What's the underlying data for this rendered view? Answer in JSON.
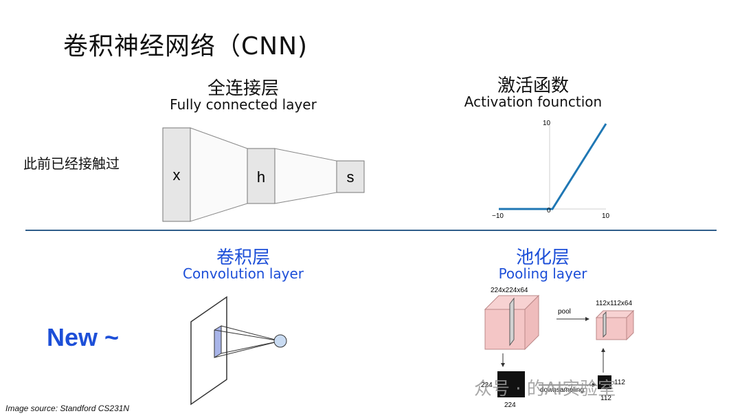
{
  "title": "卷积神经网络（CNN)",
  "fc": {
    "title_cn": "全连接层",
    "title_en": "Fully connected layer",
    "note": "此前已经接触过",
    "nodes": [
      "x",
      "h",
      "s"
    ]
  },
  "activation": {
    "title_cn": "激活函数",
    "title_en": "Activation founction",
    "ticks_y": [
      "10"
    ],
    "ticks_x": [
      "−10",
      "0",
      "10"
    ]
  },
  "conv": {
    "title_cn": "卷积层",
    "title_en": "Convolution layer"
  },
  "pool": {
    "title_cn": "池化层",
    "title_en": "Pooling layer",
    "label_in": "224x224x64",
    "label_out": "112x112x64",
    "label_pool": "pool",
    "label_down": "downsampling",
    "dim_224_left": "224",
    "dim_224_bottom": "224",
    "dim_112_right": "112",
    "dim_112_bottom": "112"
  },
  "new_label": "New ~",
  "source": "Image source: Standford CS231N",
  "watermark": "众号 · 的AI实验室",
  "colors": {
    "accent": "#1d4fd8",
    "divider": "#2f5d8a",
    "relu": "#1f77b4",
    "pool_fill": "#f4c6c6"
  }
}
